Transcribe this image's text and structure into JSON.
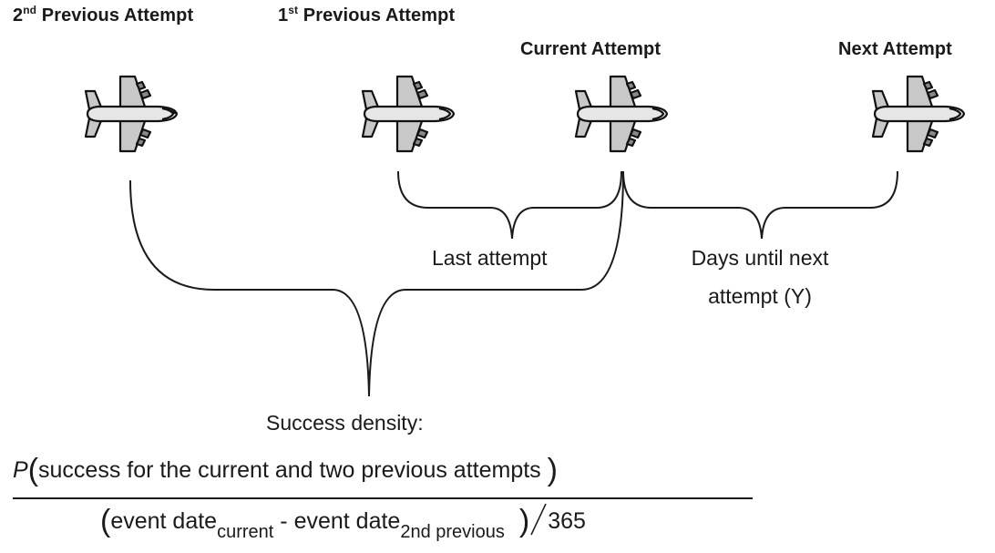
{
  "labels": {
    "second_previous": {
      "ordinal": "2",
      "suffix": "nd",
      "text": " Previous Attempt"
    },
    "first_previous": {
      "ordinal": "1",
      "suffix": "st",
      "text": " Previous Attempt"
    },
    "current": "Current Attempt",
    "next": "Next Attempt"
  },
  "brace_labels": {
    "last_attempt": "Last attempt",
    "days_until_next_line1": "Days until next",
    "days_until_next_line2": "attempt (Y)"
  },
  "formula": {
    "heading": "Success density:",
    "numerator_symbol": "P",
    "numerator_text": "success for the current and two previous attempts ",
    "denominator_term1": "event date",
    "denominator_sub1": "current",
    "denominator_minus": " - ",
    "denominator_term2": "event date",
    "denominator_sub2": "2nd previous",
    "denominator_divisor": "365"
  },
  "icons": [
    "airplane-icon",
    "airplane-icon",
    "airplane-icon",
    "airplane-icon"
  ]
}
